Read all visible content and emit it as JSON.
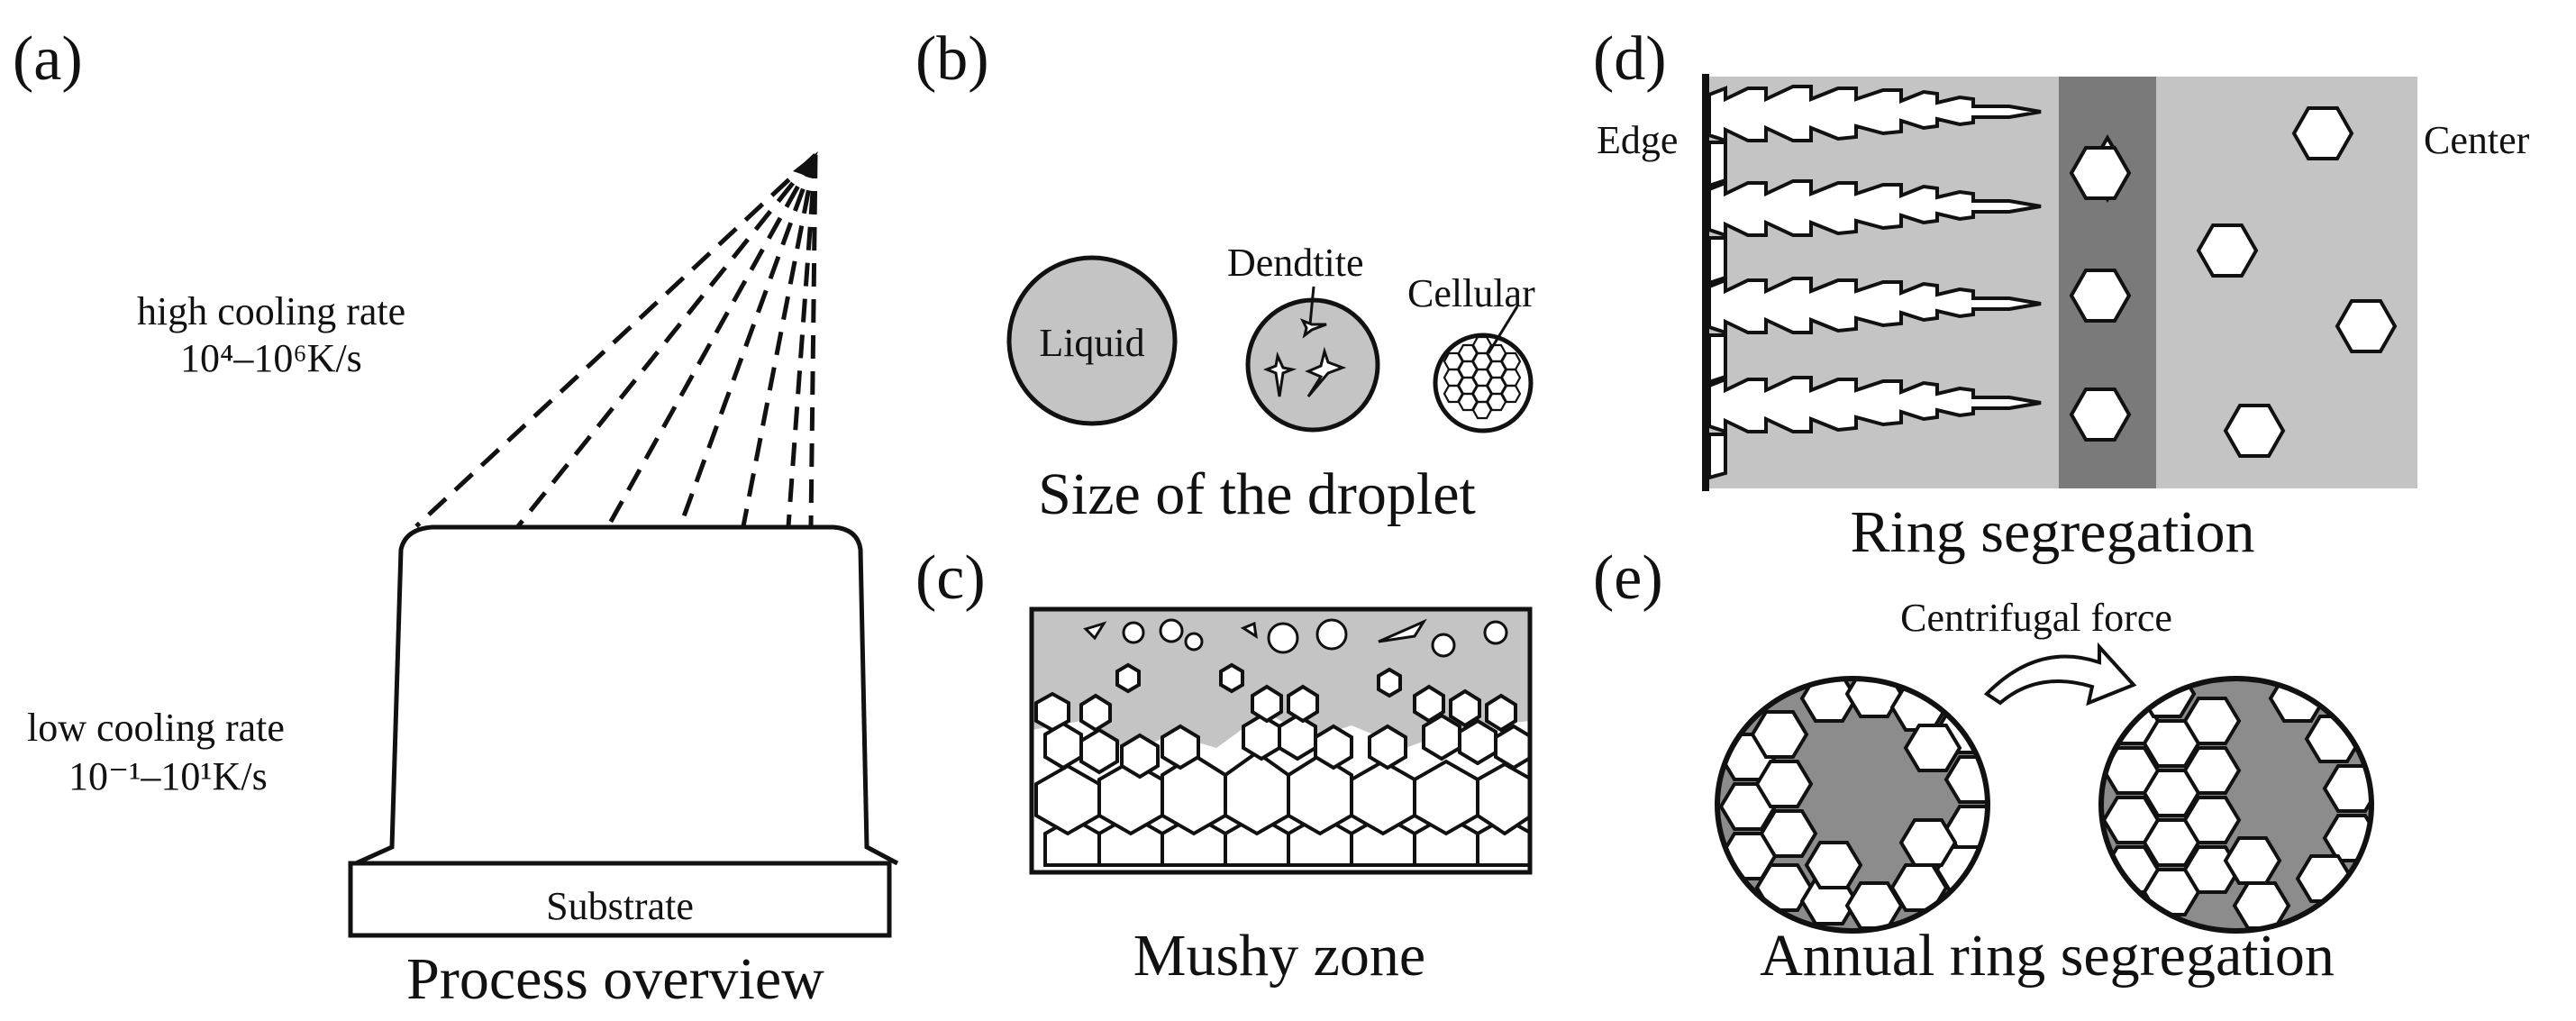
{
  "figure": {
    "panel_a": {
      "letter": "(a)",
      "high_rate_label": "high cooling rate",
      "high_rate_value": "10⁴–10⁶K/s",
      "low_rate_label": "low cooling rate",
      "low_rate_value": "10⁻¹–10¹K/s",
      "substrate_label": "Substrate",
      "caption": "Process overview"
    },
    "panel_b": {
      "letter": "(b)",
      "liquid_label": "Liquid",
      "dendrite_label": "Dendtite",
      "cellular_label": "Cellular",
      "caption": "Size of the droplet"
    },
    "panel_c": {
      "letter": "(c)",
      "caption": "Mushy zone"
    },
    "panel_d": {
      "letter": "(d)",
      "edge_label": "Edge",
      "center_label": "Center",
      "caption": "Ring segregation"
    },
    "panel_e": {
      "letter": "(e)",
      "force_label": "Centrifugal force",
      "caption": "Annual ring segregation"
    },
    "colors": {
      "ink": "#111111",
      "light_gray": "#c4c4c4",
      "mid_gray": "#bdbdbd",
      "dark_gray": "#7a7a7a",
      "segregation_gray": "#8c8c8c",
      "white": "#ffffff"
    }
  }
}
